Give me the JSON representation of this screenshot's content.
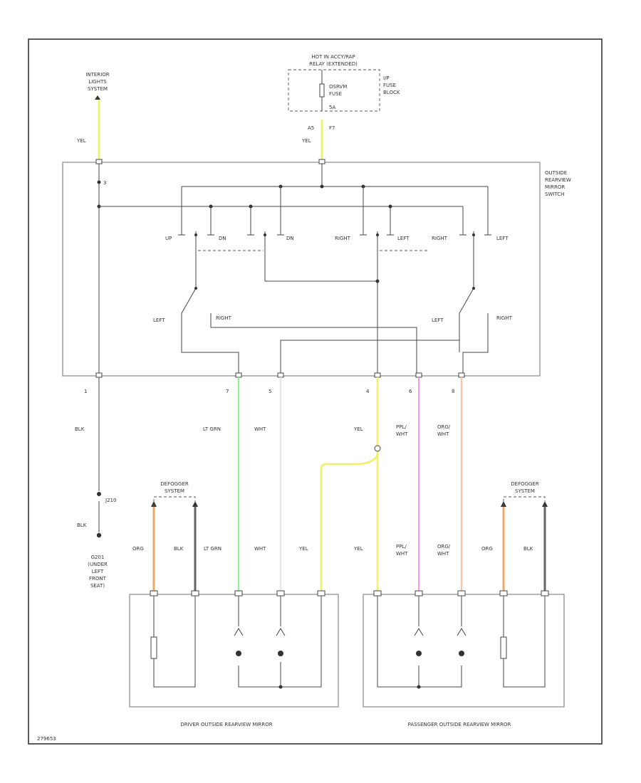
{
  "labels": {
    "interior_lights": [
      "INTERIOR",
      "LIGHTS",
      "SYSTEM"
    ],
    "hot_in_accy": [
      "HOT IN ACCY/RAP",
      "RELAY (EXTENDED)"
    ],
    "fuse_name": [
      "OSRVM",
      "FUSE"
    ],
    "fuse_amp": "5A",
    "ip_fuse_block": [
      "I/P",
      "FUSE",
      "BLOCK"
    ],
    "fuse_terminals": [
      "A5",
      "F7"
    ],
    "switch_title": [
      "OUTSIDE",
      "REARVIEW",
      "MIRROR",
      "SWITCH"
    ],
    "switch_pin": "3",
    "switch_inner": {
      "up": "UP",
      "dn1": "DN",
      "dn2": "DN",
      "right1": "RIGHT",
      "left1": "LEFT",
      "right2": "RIGHT",
      "left2": "LEFT",
      "sel_left1": "LEFT",
      "sel_right1": "RIGHT",
      "sel_left2": "LEFT",
      "sel_right2": "RIGHT"
    },
    "pins": [
      "1",
      "7",
      "5",
      "4",
      "6",
      "8"
    ],
    "top_wire_colors": [
      "YEL",
      "YEL"
    ],
    "wire_colors": [
      "BLK",
      "LT GRN",
      "WHT",
      "YEL",
      "PPL/\nWHT",
      "ORG/\nWHT"
    ],
    "splice_connector": "J210",
    "splice_wire": "BLK",
    "ground": [
      "G201",
      "(UNDER",
      "LEFT",
      "FRONT",
      "SEAT)"
    ],
    "defogger_left": [
      "DEFOGGER",
      "SYSTEM"
    ],
    "defogger_right": [
      "DEFOGGER",
      "SYSTEM"
    ],
    "driver_wires": [
      "ORG",
      "BLK",
      "LT GRN",
      "WHT",
      "YEL"
    ],
    "pass_wires": [
      "YEL",
      "PPL/\nWHT",
      "ORG/\nWHT",
      "ORG",
      "BLK"
    ],
    "driver_mirror": "DRIVER OUTSIDE REARVIEW MIRROR",
    "passenger_mirror": "PASSENGER OUTSIDE REARVIEW MIRROR",
    "diagram_id": "279653"
  },
  "colors": {
    "yellow": "#f2ee6a",
    "ltgreen": "#99ee99",
    "white_wire": "#e6e6e6",
    "pink": "#f09af0",
    "peach": "#f5c8aa",
    "orange": "#f0a868",
    "dark": "#666666",
    "black_wire": "#444444"
  }
}
